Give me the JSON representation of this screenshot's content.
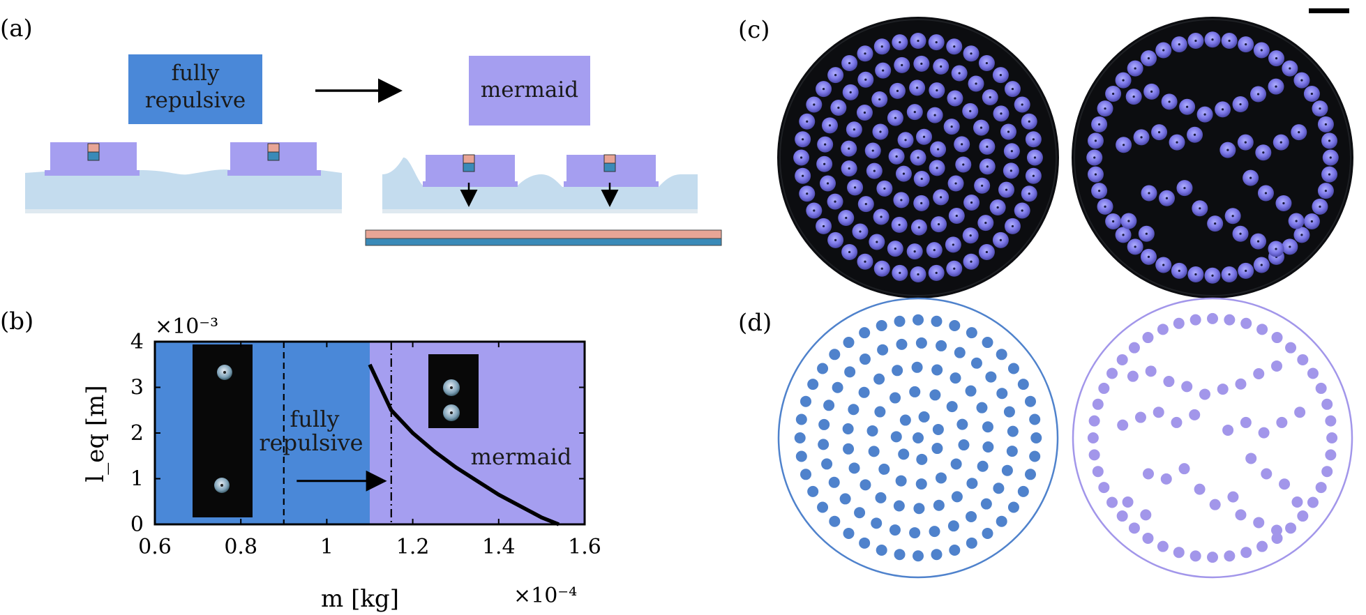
{
  "panels": {
    "a": {
      "label": "(a)",
      "box_left": [
        "fully",
        "repulsive"
      ],
      "box_right": "mermaid",
      "colors": {
        "repulsive": "#4a88d8",
        "mermaid": "#a59ef0",
        "liquid": "#c4dcee",
        "pink": "#e8a596",
        "teal": "#3a8ab8"
      }
    },
    "b": {
      "label": "(b)",
      "region_left": [
        "fully",
        "repulsive"
      ],
      "region_right": "mermaid"
    },
    "c": {
      "label": "(c)"
    },
    "d": {
      "label": "(d)",
      "colors": {
        "left": "#4f82cc",
        "right": "#a296ea"
      }
    }
  },
  "chart_data": {
    "type": "line",
    "xlabel": "m [kg]",
    "ylabel": "l_eq [m]",
    "xlim": [
      0.6,
      1.6
    ],
    "ylim": [
      0,
      4
    ],
    "x_scale_label": "×10⁻⁴",
    "y_scale_label": "×10⁻³",
    "xticks": [
      "0.6",
      "0.8",
      "1",
      "1.2",
      "1.4",
      "1.6"
    ],
    "yticks": [
      "0",
      "1",
      "2",
      "3",
      "4"
    ],
    "regions": [
      {
        "name": "fully repulsive",
        "x": [
          0.6,
          1.1
        ],
        "color": "#4a88d8"
      },
      {
        "name": "mermaid",
        "x": [
          1.1,
          1.6
        ],
        "color": "#a59ef0"
      }
    ],
    "vlines": [
      {
        "x": 0.9,
        "style": "dashed"
      },
      {
        "x": 1.15,
        "style": "dashdot"
      }
    ],
    "arrow": {
      "from": [
        0.93,
        0.95
      ],
      "to": [
        1.14,
        0.95
      ]
    },
    "series": [
      {
        "x": [
          1.1,
          1.12,
          1.15,
          1.2,
          1.25,
          1.3,
          1.35,
          1.4,
          1.45,
          1.5,
          1.54
        ],
        "values": [
          3.5,
          3.1,
          2.5,
          2.0,
          1.6,
          1.25,
          0.95,
          0.65,
          0.4,
          0.15,
          0.0
        ]
      }
    ],
    "grid": false
  }
}
